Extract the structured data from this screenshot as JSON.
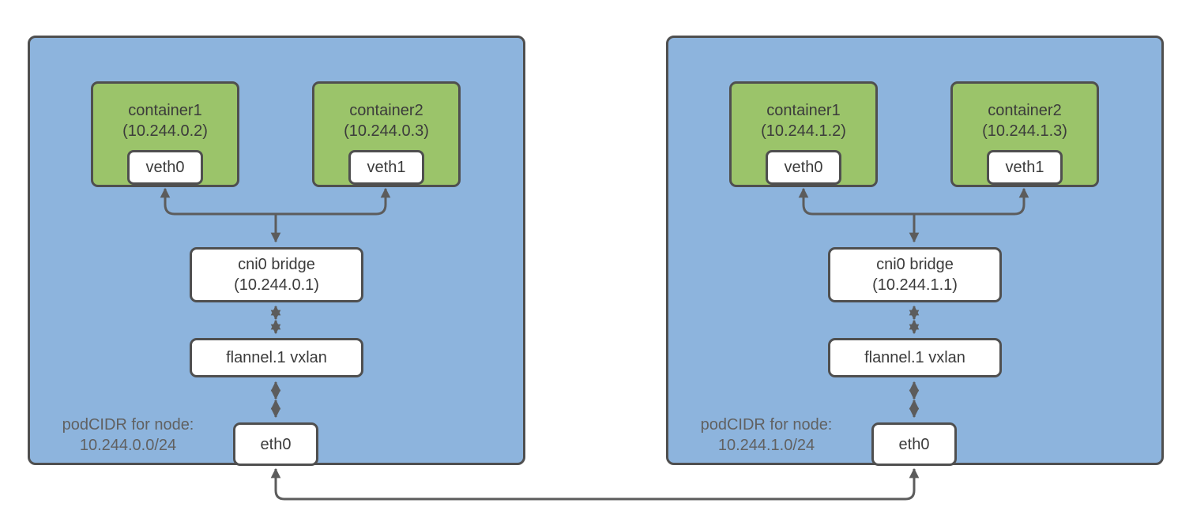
{
  "diagram": {
    "colors": {
      "node_fill": "#8DB4DD",
      "node_border": "#4F4F4F",
      "container_fill": "#9BC46A",
      "box_fill": "#FFFFFF",
      "arrow": "#5C5C5C",
      "box_text": "#3B3B3B",
      "podcidr_text": "#616161"
    },
    "nodes": [
      {
        "containers": [
          {
            "name": "container1",
            "ip": "(10.244.0.2)",
            "veth": "veth0"
          },
          {
            "name": "container2",
            "ip": "(10.244.0.3)",
            "veth": "veth1"
          }
        ],
        "bridge": {
          "name": "cni0 bridge",
          "ip": "(10.244.0.1)"
        },
        "vxlan": "flannel.1 vxlan",
        "eth": "eth0",
        "podcidr": {
          "label": "podCIDR for node:",
          "value": "10.244.0.0/24"
        }
      },
      {
        "containers": [
          {
            "name": "container1",
            "ip": "(10.244.1.2)",
            "veth": "veth0"
          },
          {
            "name": "container2",
            "ip": "(10.244.1.3)",
            "veth": "veth1"
          }
        ],
        "bridge": {
          "name": "cni0 bridge",
          "ip": "(10.244.1.1)"
        },
        "vxlan": "flannel.1 vxlan",
        "eth": "eth0",
        "podcidr": {
          "label": "podCIDR for node:",
          "value": "10.244.1.0/24"
        }
      }
    ]
  }
}
